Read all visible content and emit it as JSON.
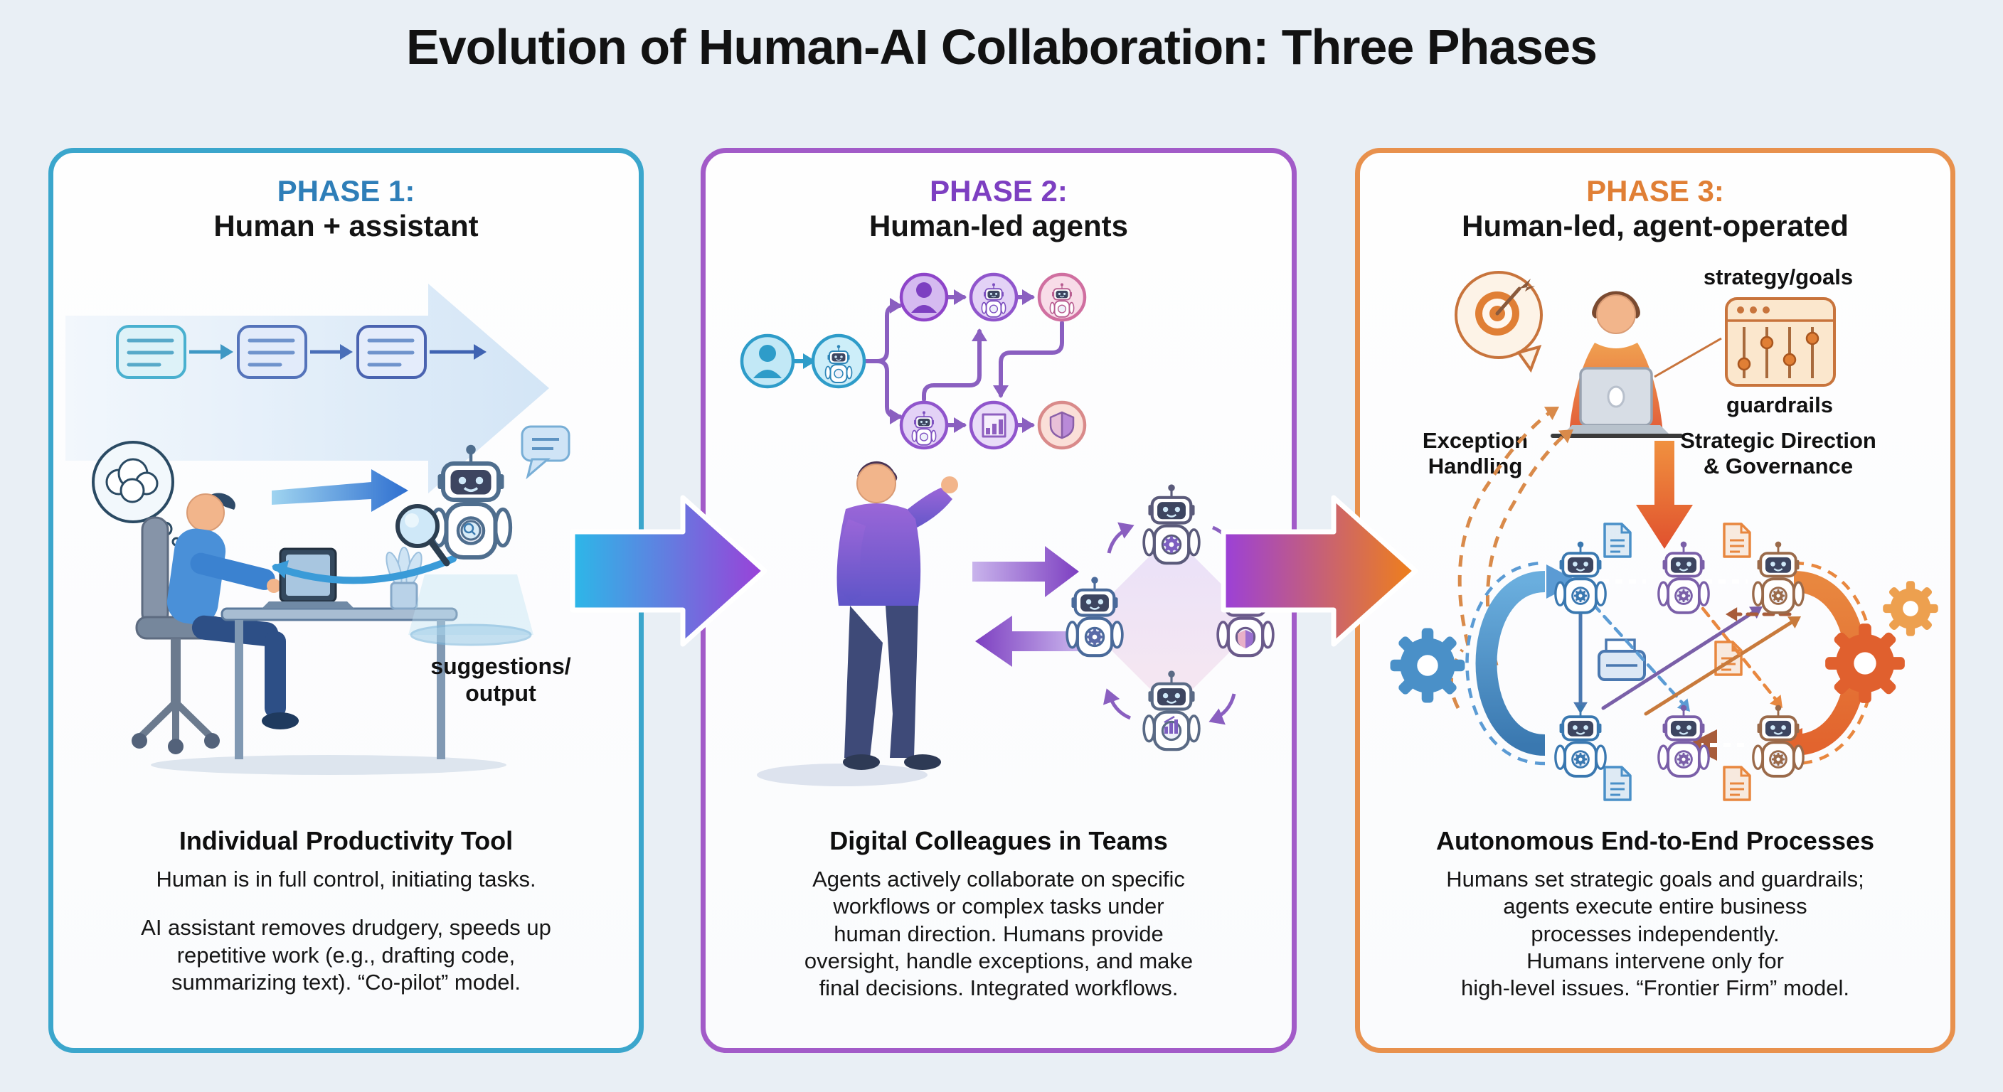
{
  "title": "Evolution of Human-AI Collaboration: Three Phases",
  "colors": {
    "background": "#e9eff5",
    "phase1_accent": "#2e7eb8",
    "phase1_border": "#3ba6cc",
    "phase2_accent": "#7d3fc1",
    "phase2_border": "#a25bc8",
    "phase3_accent": "#e07f35",
    "phase3_border": "#e8914d",
    "arrow1_gradient": [
      "#2cb8e8",
      "#9b40d8"
    ],
    "arrow2_gradient": [
      "#9b40d8",
      "#f08018"
    ]
  },
  "phases": [
    {
      "label": "PHASE 1:",
      "name": "Human + assistant",
      "caption_title": "Individual Productivity Tool",
      "body1_lines": [
        "Human is in full control, initiating tasks."
      ],
      "body2_lines": [
        "AI assistant removes drudgery, speeds up",
        "repetitive work (e.g., drafting code,",
        "summarizing text). “Co-pilot” model."
      ],
      "annotations": {
        "suggestions_line1": "suggestions/",
        "suggestions_line2": "output"
      }
    },
    {
      "label": "PHASE 2:",
      "name": "Human-led agents",
      "caption_title": "Digital Colleagues in Teams",
      "body_lines": [
        "Agents actively collaborate on specific",
        "workflows or complex tasks under",
        "human direction. Humans provide",
        "oversight, handle exceptions, and make",
        "final decisions. Integrated workflows."
      ]
    },
    {
      "label": "PHASE 3:",
      "name": "Human-led, agent-operated",
      "caption_title": "Autonomous End-to-End Processes",
      "body_lines": [
        "Humans set strategic goals and guardrails;",
        "agents execute entire business",
        "processes independently.",
        "Humans intervene only for",
        "high-level issues. “Frontier Firm” model."
      ],
      "annotations": {
        "strategy_goals": "strategy/goals",
        "guardrails": "guardrails",
        "exception_line1": "Exception",
        "exception_line2": "Handling",
        "strategic_line1": "Strategic Direction",
        "strategic_line2": "& Governance"
      }
    }
  ]
}
